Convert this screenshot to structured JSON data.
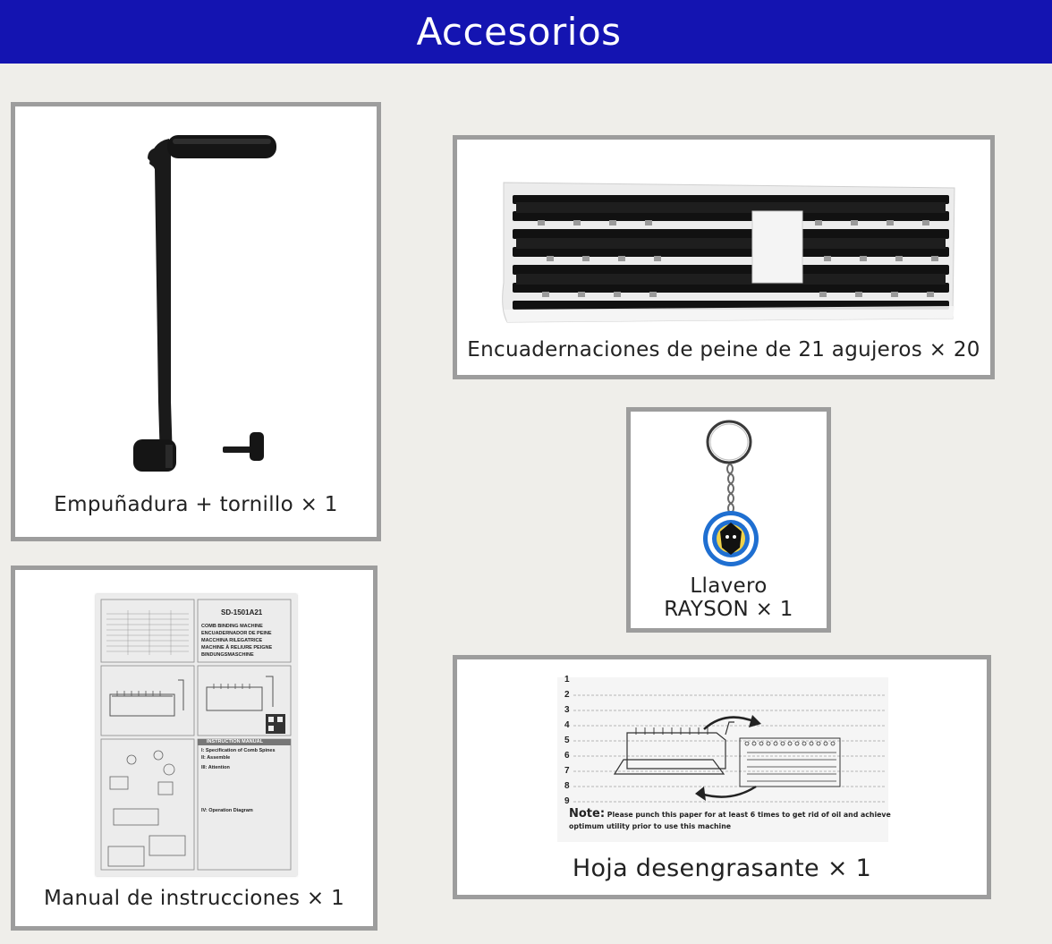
{
  "header": {
    "title": "Accesorios",
    "background": "#1414b1"
  },
  "items": [
    {
      "id": "handle",
      "caption": "Empuñadura + tornillo × 1"
    },
    {
      "id": "combs",
      "caption": "Encuadernaciones de peine de 21 agujeros × 20"
    },
    {
      "id": "keychain",
      "caption_line1": "Llavero",
      "caption_line2": "RAYSON × 1"
    },
    {
      "id": "manual",
      "caption": "Manual de instrucciones × 1"
    },
    {
      "id": "sheet",
      "caption": "Hoja desengrasante × 1"
    }
  ],
  "manual_doc": {
    "model": "SD-1501A21",
    "languages": [
      "COMB BINDING MACHINE",
      "ENCUADERNADOR DE PEINE",
      "MACCHINA RILEGATRICE",
      "MACHINE À RELIURE PEIGNE",
      "BINDUNGSMASCHINE"
    ],
    "section_header": "INSTRUCTION MANUAL",
    "section_items": [
      "I: Specification of Comb Spines",
      "II: Assemble",
      "III: Attention",
      "IV: Operation Diagram"
    ]
  },
  "sheet_doc": {
    "numbers": [
      "1",
      "2",
      "3",
      "4",
      "5",
      "6",
      "7",
      "8",
      "9"
    ],
    "note_label": "Note:",
    "note_text": "Please punch this paper for at least 6 times to get rid of oil and achieve optimum utility prior to use this machine"
  },
  "colors": {
    "background": "#efeeea",
    "card_border": "#9d9d9d",
    "card_fill": "#ffffff",
    "keychain_ring": "#1f6fd1"
  },
  "icons": {
    "handle": "crank-handle-icon",
    "screw": "thumb-screw-icon",
    "combs": "comb-spines-bundle-icon",
    "keychain": "keychain-icon",
    "manual": "manual-document-icon",
    "sheet": "degreasing-sheet-icon"
  }
}
